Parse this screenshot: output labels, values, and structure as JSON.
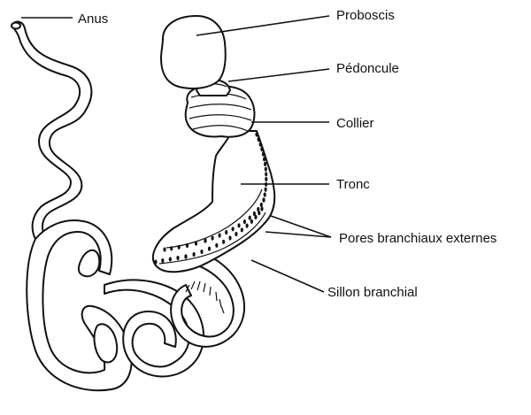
{
  "labels": {
    "anus": "Anus",
    "proboscis": "Proboscis",
    "pedoncule": "Pédoncule",
    "collier": "Collier",
    "tronc": "Tronc",
    "pores": "Pores branchiaux externes",
    "sillon": "Sillon branchial"
  },
  "colors": {
    "ink": "#111111",
    "background": "#ffffff"
  }
}
